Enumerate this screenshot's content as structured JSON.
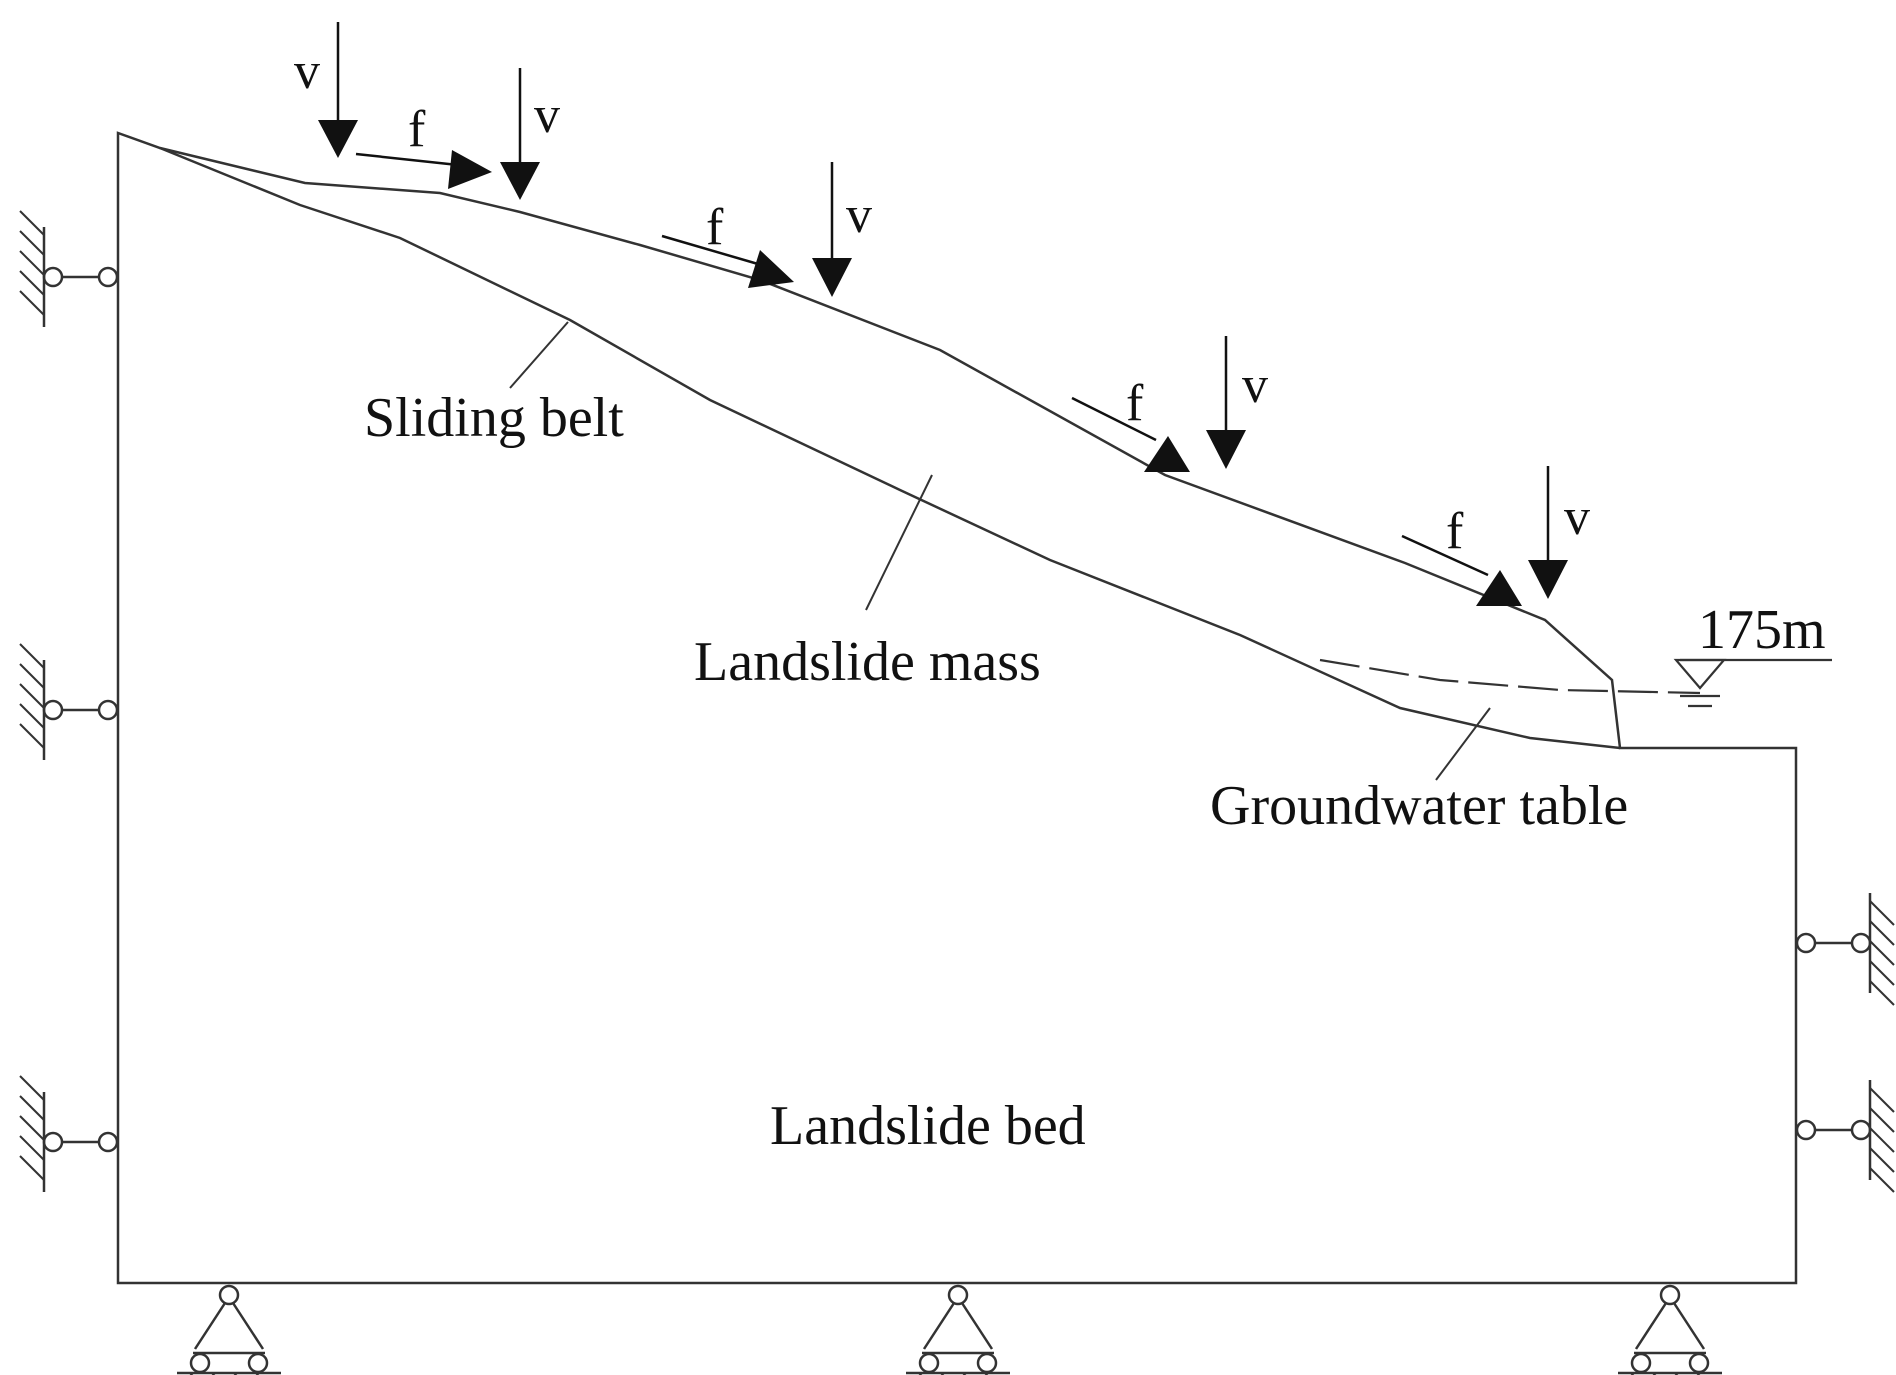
{
  "labels": {
    "sliding_belt": "Sliding belt",
    "landslide_mass": "Landslide mass",
    "groundwater_table": "Groundwater table",
    "landslide_bed": "Landslide bed",
    "water_level": "175m"
  },
  "load_symbols": {
    "vertical": "v",
    "friction": "f"
  },
  "colors": {
    "line": "#333333",
    "text": "#111111",
    "background": "#ffffff"
  }
}
